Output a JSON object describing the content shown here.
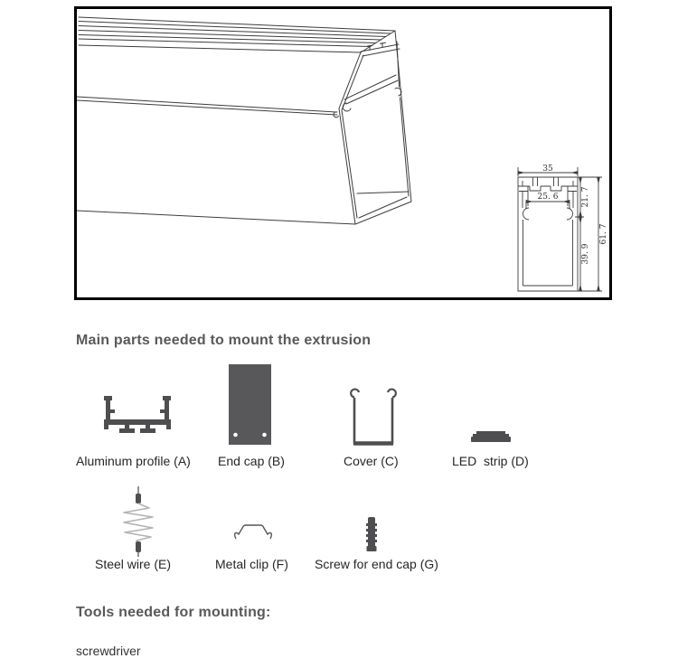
{
  "colors": {
    "heading": "#59595b",
    "label": "#262626",
    "drawing_line": "#3d3d3d",
    "icon_fill": "#4e4e50",
    "wire": "#b3b3b3",
    "box_border": "#000000"
  },
  "technical_drawing": {
    "dimensions": {
      "overall_width": "35",
      "inner_width": "25. 6",
      "upper_height": "21. 7",
      "lower_height": "39. 9",
      "overall_height": "61. 7"
    }
  },
  "parts_section": {
    "heading": "Main parts needed to mount the extrusion",
    "items": [
      {
        "id": "aluminum-profile",
        "label": "Aluminum profile (A)"
      },
      {
        "id": "end-cap",
        "label": "End cap (B)"
      },
      {
        "id": "cover",
        "label": "Cover (C)"
      },
      {
        "id": "led-strip",
        "label": "LED  strip (D)"
      },
      {
        "id": "steel-wire",
        "label": "Steel wire (E)"
      },
      {
        "id": "metal-clip",
        "label": "Metal clip (F)"
      },
      {
        "id": "screw",
        "label": "Screw for end cap (G)"
      }
    ]
  },
  "tools_section": {
    "heading": "Tools needed for mounting:",
    "items": [
      "screwdriver"
    ]
  }
}
